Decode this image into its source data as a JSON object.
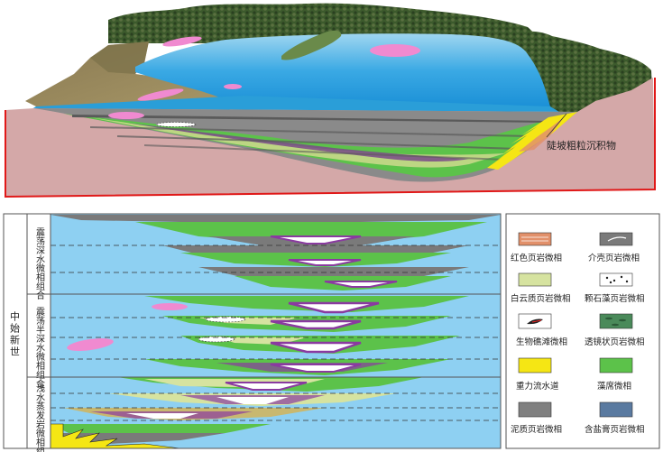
{
  "block": {
    "annotation": "陡坡粗粒沉积物"
  },
  "section": {
    "epoch_label": "中始新世",
    "units": [
      {
        "label": "震荡深水微相组合"
      },
      {
        "label": "震荡半深水微相组合"
      },
      {
        "label": "浅水蒸发岩微相组合"
      }
    ]
  },
  "legend": {
    "items": [
      {
        "label": "红色页岩微相",
        "color": "#e2906a",
        "icon": "red-shale-icon"
      },
      {
        "label": "介壳页岩微相",
        "color": "#7a7a7a",
        "icon": "shell-shale-icon"
      },
      {
        "label": "白云质页岩微相",
        "color": "#d6e3a0",
        "icon": "dolomitic-shale-icon"
      },
      {
        "label": "颗石藻页岩微相",
        "color": "#ffffff",
        "icon": "coccolith-shale-icon"
      },
      {
        "label": "生物礁滩微相",
        "color": "#ffffff",
        "icon": "bioreef-icon"
      },
      {
        "label": "透镜状页岩微相",
        "color": "#4a8a5a",
        "icon": "lenticular-shale-icon"
      },
      {
        "label": "重力流水道",
        "color": "#f5e614",
        "icon": "gravity-flow-icon"
      },
      {
        "label": "藻席微相",
        "color": "#5cc24a",
        "icon": "algal-mat-icon"
      },
      {
        "label": "泥质页岩微相",
        "color": "#808080",
        "icon": "mud-shale-icon"
      },
      {
        "label": "含盐膏页岩微相",
        "color": "#5a7aa0",
        "icon": "gypsum-shale-icon"
      }
    ]
  }
}
